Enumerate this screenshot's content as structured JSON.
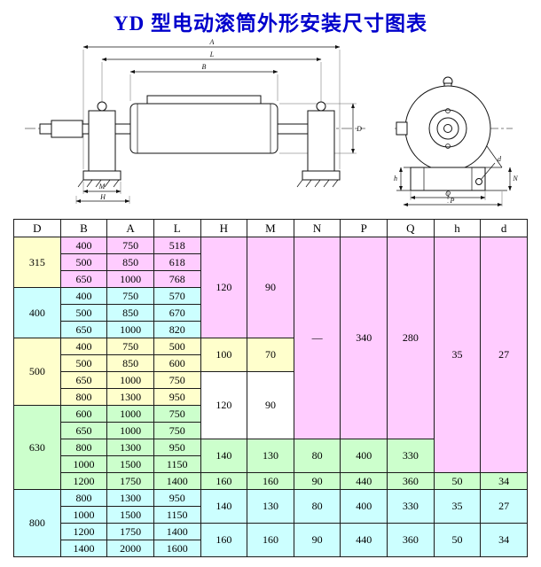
{
  "title": "YD 型电动滚筒外形安装尺寸图表",
  "colors": {
    "title_blue": "#0000CC",
    "border": "#1b1b1b",
    "pink": "#FFCCFF",
    "yellow": "#FFFFCC",
    "cyan": "#CCFFFF",
    "green": "#CCFFCC",
    "white": "#FFFFFF"
  },
  "drawing": {
    "labels": {
      "A": "A",
      "L": "L",
      "B": "B",
      "D": "D",
      "M": "M",
      "H": "H",
      "N": "N",
      "P": "P",
      "Q": "Q",
      "h": "h",
      "d": "d"
    }
  },
  "table": {
    "headers": [
      "D",
      "B",
      "A",
      "L",
      "H",
      "M",
      "N",
      "P",
      "Q",
      "h",
      "d"
    ],
    "rows": [
      [
        "400",
        "750",
        "518"
      ],
      [
        "500",
        "850",
        "618"
      ],
      [
        "650",
        "1000",
        "768"
      ],
      [
        "400",
        "750",
        "570"
      ],
      [
        "500",
        "850",
        "670"
      ],
      [
        "650",
        "1000",
        "820"
      ],
      [
        "400",
        "750",
        "500"
      ],
      [
        "500",
        "850",
        "600"
      ],
      [
        "650",
        "1000",
        "750"
      ],
      [
        "800",
        "1300",
        "950"
      ],
      [
        "600",
        "1000",
        "750"
      ],
      [
        "650",
        "1000",
        "750"
      ],
      [
        "800",
        "1300",
        "950"
      ],
      [
        "1000",
        "1500",
        "1150"
      ],
      [
        "1200",
        "1750",
        "1400"
      ],
      [
        "800",
        "1300",
        "950"
      ],
      [
        "1000",
        "1500",
        "1150"
      ],
      [
        "1200",
        "1750",
        "1400"
      ],
      [
        "1400",
        "2000",
        "1600"
      ]
    ],
    "row_colors": [
      "pink",
      "pink",
      "pink",
      "cyan",
      "cyan",
      "cyan",
      "yellow",
      "yellow",
      "yellow",
      "yellow",
      "green",
      "green",
      "green",
      "green",
      "green",
      "cyan",
      "cyan",
      "cyan",
      "cyan"
    ],
    "merged": {
      "D": [
        {
          "start": 0,
          "span": 3,
          "value": "315",
          "color": "yellow"
        },
        {
          "start": 3,
          "span": 3,
          "value": "400",
          "color": "cyan"
        },
        {
          "start": 6,
          "span": 4,
          "value": "500",
          "color": "yellow"
        },
        {
          "start": 10,
          "span": 5,
          "value": "630",
          "color": "green"
        },
        {
          "start": 15,
          "span": 4,
          "value": "800",
          "color": "cyan"
        }
      ],
      "H": [
        {
          "start": 0,
          "span": 6,
          "value": "120",
          "color": "pink"
        },
        {
          "start": 6,
          "span": 2,
          "value": "100",
          "color": "yellow"
        },
        {
          "start": 8,
          "span": 4,
          "value": "120",
          "color": "white"
        },
        {
          "start": 12,
          "span": 2,
          "value": "140",
          "color": "green"
        },
        {
          "start": 14,
          "span": 1,
          "value": "160",
          "color": "green"
        },
        {
          "start": 15,
          "span": 2,
          "value": "140",
          "color": "cyan"
        },
        {
          "start": 17,
          "span": 2,
          "value": "160",
          "color": "cyan"
        }
      ],
      "M": [
        {
          "start": 0,
          "span": 6,
          "value": "90",
          "color": "pink"
        },
        {
          "start": 6,
          "span": 2,
          "value": "70",
          "color": "yellow"
        },
        {
          "start": 8,
          "span": 4,
          "value": "90",
          "color": "white"
        },
        {
          "start": 12,
          "span": 2,
          "value": "130",
          "color": "green"
        },
        {
          "start": 14,
          "span": 1,
          "value": "160",
          "color": "green"
        },
        {
          "start": 15,
          "span": 2,
          "value": "130",
          "color": "cyan"
        },
        {
          "start": 17,
          "span": 2,
          "value": "160",
          "color": "cyan"
        }
      ],
      "N": [
        {
          "start": 0,
          "span": 12,
          "value": "—",
          "color": "pink"
        },
        {
          "start": 12,
          "span": 2,
          "value": "80",
          "color": "green"
        },
        {
          "start": 14,
          "span": 1,
          "value": "90",
          "color": "green"
        },
        {
          "start": 15,
          "span": 2,
          "value": "80",
          "color": "cyan"
        },
        {
          "start": 17,
          "span": 2,
          "value": "90",
          "color": "cyan"
        }
      ],
      "P": [
        {
          "start": 0,
          "span": 12,
          "value": "340",
          "color": "pink"
        },
        {
          "start": 12,
          "span": 2,
          "value": "400",
          "color": "green"
        },
        {
          "start": 14,
          "span": 1,
          "value": "440",
          "color": "green"
        },
        {
          "start": 15,
          "span": 2,
          "value": "400",
          "color": "cyan"
        },
        {
          "start": 17,
          "span": 2,
          "value": "440",
          "color": "cyan"
        }
      ],
      "Q": [
        {
          "start": 0,
          "span": 12,
          "value": "280",
          "color": "pink"
        },
        {
          "start": 12,
          "span": 2,
          "value": "330",
          "color": "green"
        },
        {
          "start": 14,
          "span": 1,
          "value": "360",
          "color": "green"
        },
        {
          "start": 15,
          "span": 2,
          "value": "330",
          "color": "cyan"
        },
        {
          "start": 17,
          "span": 2,
          "value": "360",
          "color": "cyan"
        }
      ],
      "h": [
        {
          "start": 0,
          "span": 14,
          "value": "35",
          "color": "pink"
        },
        {
          "start": 14,
          "span": 1,
          "value": "50",
          "color": "green"
        },
        {
          "start": 15,
          "span": 2,
          "value": "35",
          "color": "cyan"
        },
        {
          "start": 17,
          "span": 2,
          "value": "50",
          "color": "cyan"
        }
      ],
      "d": [
        {
          "start": 0,
          "span": 14,
          "value": "27",
          "color": "pink"
        },
        {
          "start": 14,
          "span": 1,
          "value": "34",
          "color": "green"
        },
        {
          "start": 15,
          "span": 2,
          "value": "27",
          "color": "cyan"
        },
        {
          "start": 17,
          "span": 2,
          "value": "34",
          "color": "cyan"
        }
      ]
    }
  }
}
